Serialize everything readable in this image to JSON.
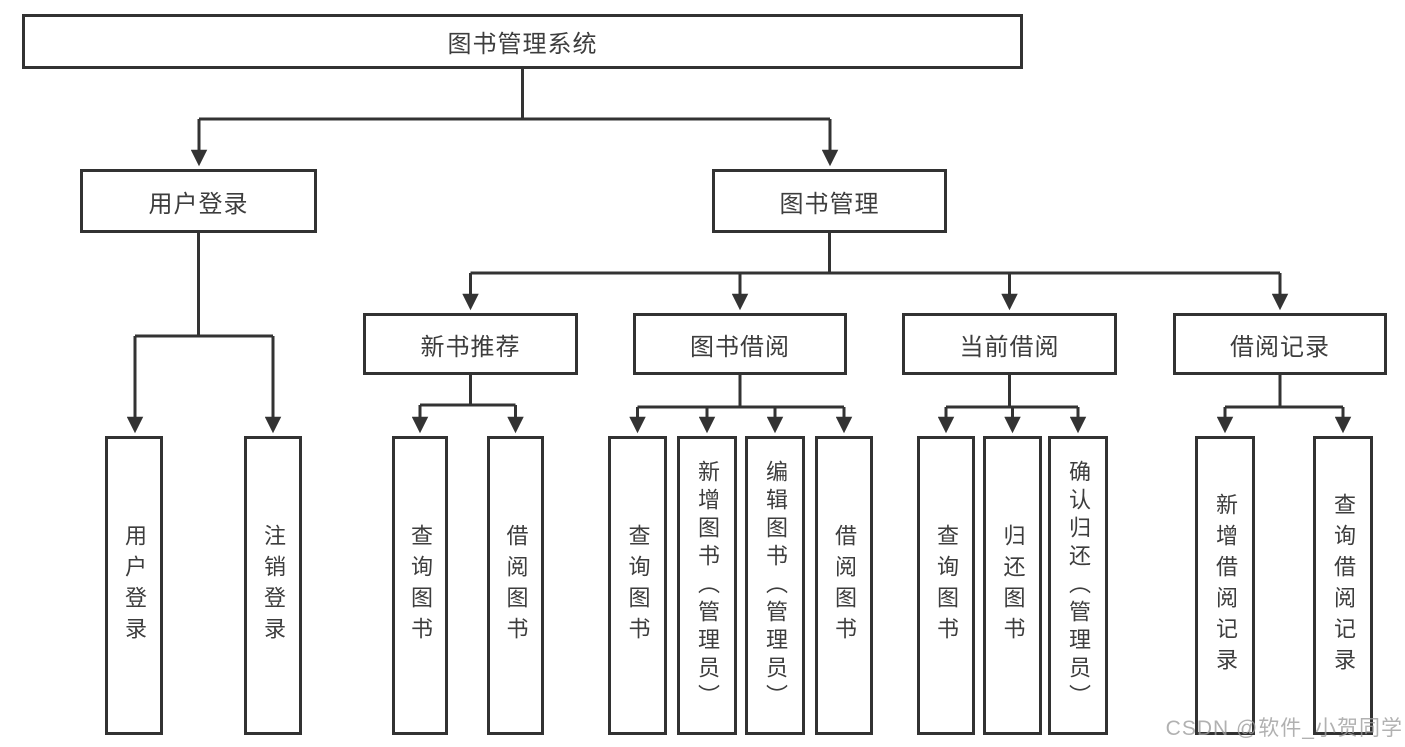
{
  "tree": {
    "label": "图书管理系统",
    "children": [
      {
        "label": "用户登录",
        "children": [
          {
            "label": "用户登录"
          },
          {
            "label": "注销登录"
          }
        ]
      },
      {
        "label": "图书管理",
        "children": [
          {
            "label": "新书推荐",
            "children": [
              {
                "label": "查询图书"
              },
              {
                "label": "借阅图书"
              }
            ]
          },
          {
            "label": "图书借阅",
            "children": [
              {
                "label": "查询图书"
              },
              {
                "label": "新增图书（管理员）"
              },
              {
                "label": "编辑图书（管理员）"
              },
              {
                "label": "借阅图书"
              }
            ]
          },
          {
            "label": "当前借阅",
            "children": [
              {
                "label": "查询图书"
              },
              {
                "label": "归还图书"
              },
              {
                "label": "确认归还（管理员）"
              }
            ]
          },
          {
            "label": "借阅记录",
            "children": [
              {
                "label": "新增借阅记录"
              },
              {
                "label": "查询借阅记录"
              }
            ]
          }
        ]
      }
    ]
  },
  "watermark": "CSDN @软件_小贺同学",
  "colors": {
    "line": "#333333",
    "box_border": "#323232",
    "text": "#3d3d3d",
    "background": "#ffffff",
    "watermark": "#9e9e9e"
  }
}
